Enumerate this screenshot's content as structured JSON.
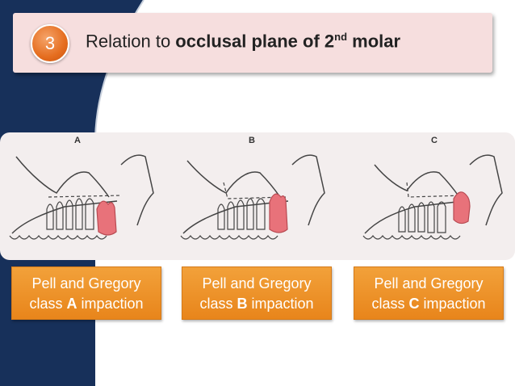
{
  "slide": {
    "number": "3",
    "title_prefix": "Relation to ",
    "title_bold": "occlusal plane of 2",
    "title_sup": "nd",
    "title_suffix": " molar",
    "colors": {
      "navy": "#17305a",
      "header_bg": "#f6dede",
      "orange": "#e8851b",
      "tooth_red": "#e8727a"
    }
  },
  "figure": {
    "panels": [
      {
        "letter": "A"
      },
      {
        "letter": "B"
      },
      {
        "letter": "C"
      }
    ]
  },
  "captions": [
    {
      "line1": "Pell and Gregory",
      "line2_pre": "class ",
      "line2_bold": "A",
      "line2_post": " impaction"
    },
    {
      "line1": "Pell and Gregory",
      "line2_pre": "class ",
      "line2_bold": "B",
      "line2_post": " impaction"
    },
    {
      "line1": "Pell and Gregory",
      "line2_pre": "class ",
      "line2_bold": "C",
      "line2_post": " impaction"
    }
  ]
}
